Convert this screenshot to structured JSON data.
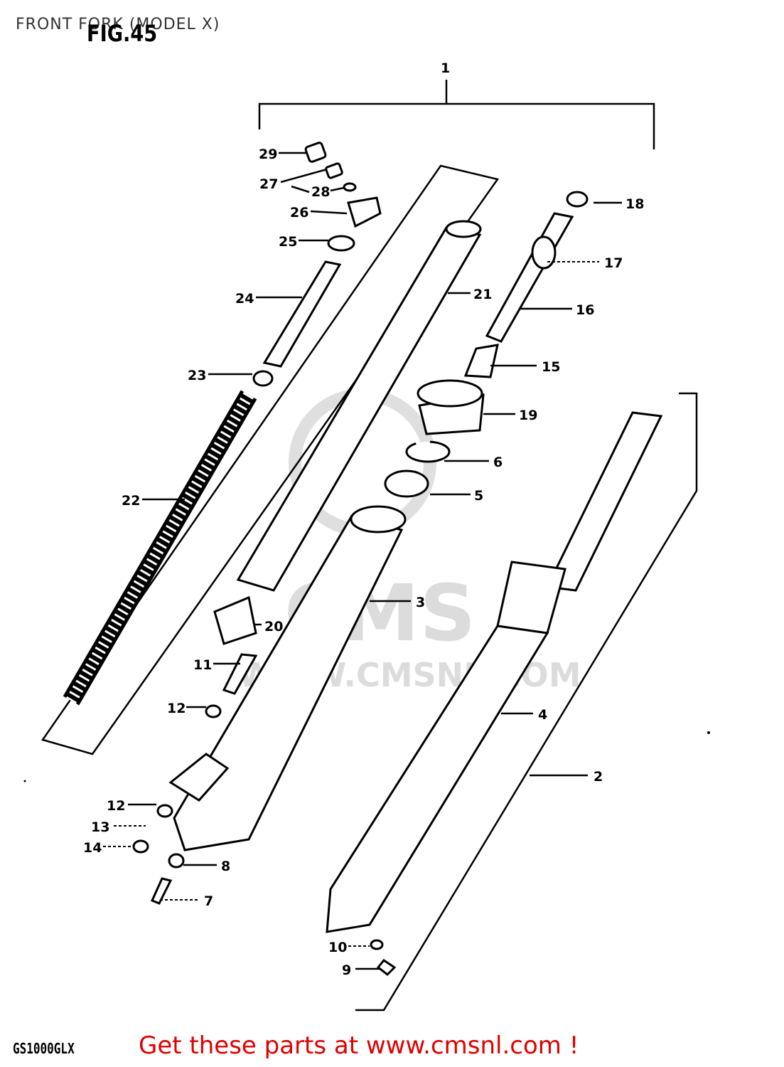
{
  "header": {
    "title": "FRONT FORK (MODEL X)",
    "figure_label": "FIG.45"
  },
  "footer": {
    "model_code": "GS1000GLX",
    "promo": "Get these parts at www.cmsnl.com !"
  },
  "watermark": {
    "brand": "CMS",
    "url": "WWW.CMSNL.COM"
  },
  "callouts": [
    "1",
    "2",
    "3",
    "4",
    "5",
    "6",
    "7",
    "8",
    "9",
    "10",
    "11",
    "12",
    "12",
    "13",
    "14",
    "15",
    "16",
    "17",
    "18",
    "19",
    "20",
    "21",
    "22",
    "23",
    "24",
    "25",
    "26",
    "27",
    "28",
    "29"
  ]
}
